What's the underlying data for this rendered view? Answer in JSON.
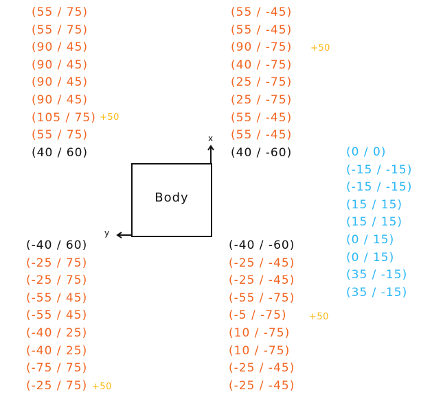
{
  "diagram": {
    "body_label": "Body",
    "axis_x_label": "x",
    "axis_y_label": "y",
    "colors": {
      "orange": "#f26522",
      "black": "#111111",
      "blue": "#29b6f6",
      "bonus": "#fdb913"
    },
    "top_left": {
      "rows": [
        "(55 / 75)",
        "(55 / 75)",
        "(90 / 45)",
        "(90 / 45)",
        "(90 / 45)",
        "(90 / 45)",
        "(105 / 75)",
        "(55 / 75)"
      ],
      "corner": "(40 / 60)",
      "bonus": "+50"
    },
    "top_right": {
      "rows": [
        "(55 / -45)",
        "(55 / -45)",
        "(90 / -75)",
        "(40 / -75)",
        "(25 / -75)",
        "(25 / -75)",
        "(55 / -45)",
        "(55 / -45)"
      ],
      "corner": "(40 / -60)",
      "bonus": "+50"
    },
    "bottom_left": {
      "corner": "(-40 / 60)",
      "rows": [
        "(-25 / 75)",
        "(-25 / 75)",
        "(-55 / 45)",
        "(-55 / 45)",
        "(-40 / 25)",
        "(-40 / 25)",
        "(-75 / 75)",
        "(-25 / 75)"
      ],
      "bonus": "+50"
    },
    "bottom_right": {
      "corner": "(-40 / -60)",
      "rows": [
        "(-25 / -45)",
        "(-25 / -45)",
        "(-55 / -75)",
        "(-5 / -75)",
        "(10 / -75)",
        "(10 / -75)",
        "(-25 / -45)",
        "(-25 / -45)"
      ],
      "bonus": "+50"
    },
    "center_list": {
      "rows": [
        "(0 / 0)",
        "(-15 / -15)",
        "(-15 / -15)",
        "(15 / 15)",
        "(15 / 15)",
        "(0 / 15)",
        "(0 / 15)",
        "(35 / -15)",
        "(35 / -15)"
      ]
    }
  }
}
